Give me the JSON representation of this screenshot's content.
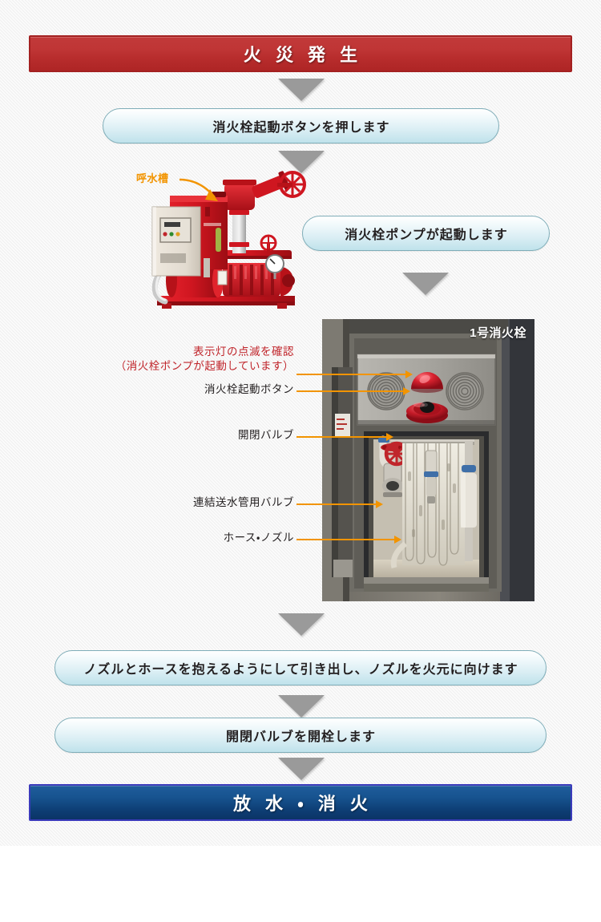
{
  "page": {
    "title": "消火栓の使い方フロー",
    "background_color": "#f2f2f2"
  },
  "colors": {
    "banner_red": "#bf3535",
    "banner_red_border": "#a32020",
    "banner_blue": "#17538f",
    "banner_blue_border": "#3b3bbb",
    "pill_border": "#7fadb8",
    "pill_fill_top": "#ffffff",
    "pill_fill_bottom": "#bfe2eb",
    "arrow_gray": "#9a9a9a",
    "callout_orange": "#f29400",
    "annotation_red": "#c0252b",
    "annotation_black": "#231f20"
  },
  "flow": {
    "start_banner": "火 災 発 生",
    "end_banner": "放 水 ・ 消 火",
    "steps": [
      {
        "label": "消火栓起動ボタンを押します"
      },
      {
        "label": "消火栓ポンプが起動します"
      },
      {
        "label": "ノズルとホースを抱えるようにして引き出し、ノズルを火元に向けます"
      },
      {
        "label": "開閉バルブを開栓します"
      }
    ],
    "arrow_icon": "triangle-down-icon",
    "arrow_count": 6
  },
  "pump_figure": {
    "image_name": "fire-pump-photo",
    "callout": "呼水槽",
    "callout_arrow_icon": "curved-arrow-icon"
  },
  "cabinet_figure": {
    "image_name": "fire-hydrant-cabinet-photo",
    "caption": "1号消火栓"
  },
  "annotations": [
    {
      "id": "indicator-lamp",
      "line1": "表示灯の点滅を確認",
      "line2": "（消火栓ポンプが起動しています）",
      "color": "red"
    },
    {
      "id": "start-button",
      "line1": "消火栓起動ボタン",
      "line2": "",
      "color": "black"
    },
    {
      "id": "open-close-valve",
      "line1": "開閉バルブ",
      "line2": "",
      "color": "black"
    },
    {
      "id": "connecting-water-pipe-valve",
      "line1": "連結送水管用バルブ",
      "line2": "",
      "color": "black"
    },
    {
      "id": "hose-nozzle",
      "line1": "ホース・ノズル",
      "line2": "",
      "color": "black"
    }
  ]
}
